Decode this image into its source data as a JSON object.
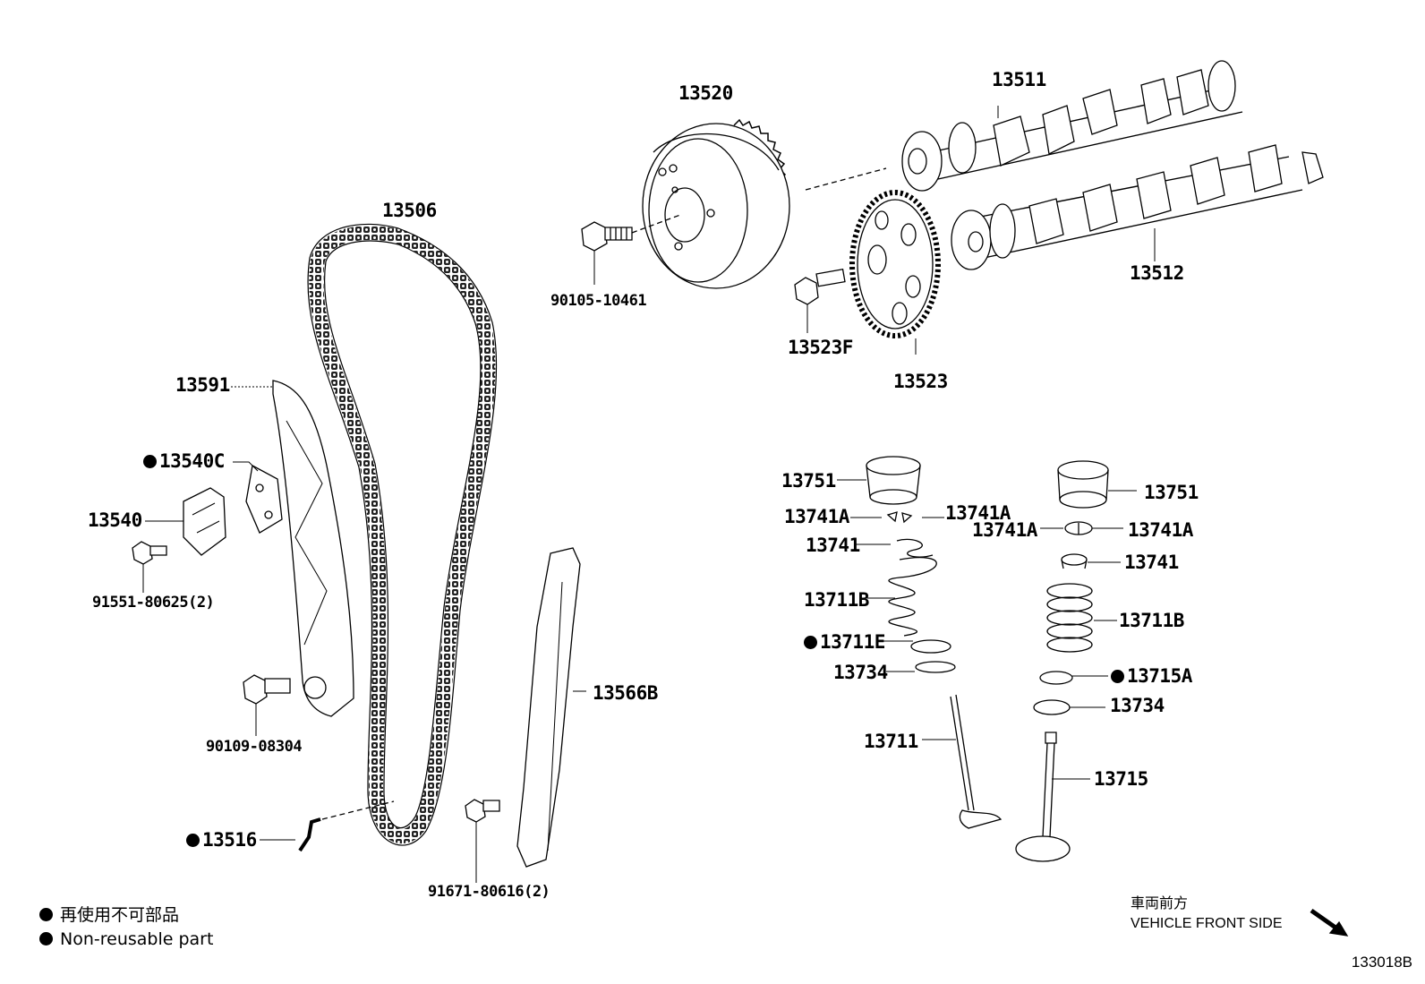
{
  "parts": {
    "p13520": "13520",
    "p13511": "13511",
    "p13506": "13506",
    "p13512": "13512",
    "p90105": "90105-10461",
    "p13523F": "13523F",
    "p13523": "13523",
    "p13591": "13591",
    "p13540C": "13540C",
    "p13540": "13540",
    "p91551": "91551-80625(2)",
    "p90109": "90109-08304",
    "p13516": "13516",
    "p91671": "91671-80616(2)",
    "p13566B": "13566B",
    "p13751_l": "13751",
    "p13741A_l1": "13741A",
    "p13741A_l2": "13741A",
    "p13741_l": "13741",
    "p13711B_l": "13711B",
    "p13711E": "13711E",
    "p13734_l": "13734",
    "p13711": "13711",
    "p13751_r": "13751",
    "p13741A_r1": "13741A",
    "p13741A_r2": "13741A",
    "p13741_r": "13741",
    "p13711B_r": "13711B",
    "p13715A": "13715A",
    "p13734_r": "13734",
    "p13715": "13715"
  },
  "legend": {
    "ja": "再使用不可部品",
    "en": "Non-reusable part"
  },
  "front": {
    "ja": "車両前方",
    "en": "VEHICLE FRONT SIDE"
  },
  "diagram_code": "133018B"
}
